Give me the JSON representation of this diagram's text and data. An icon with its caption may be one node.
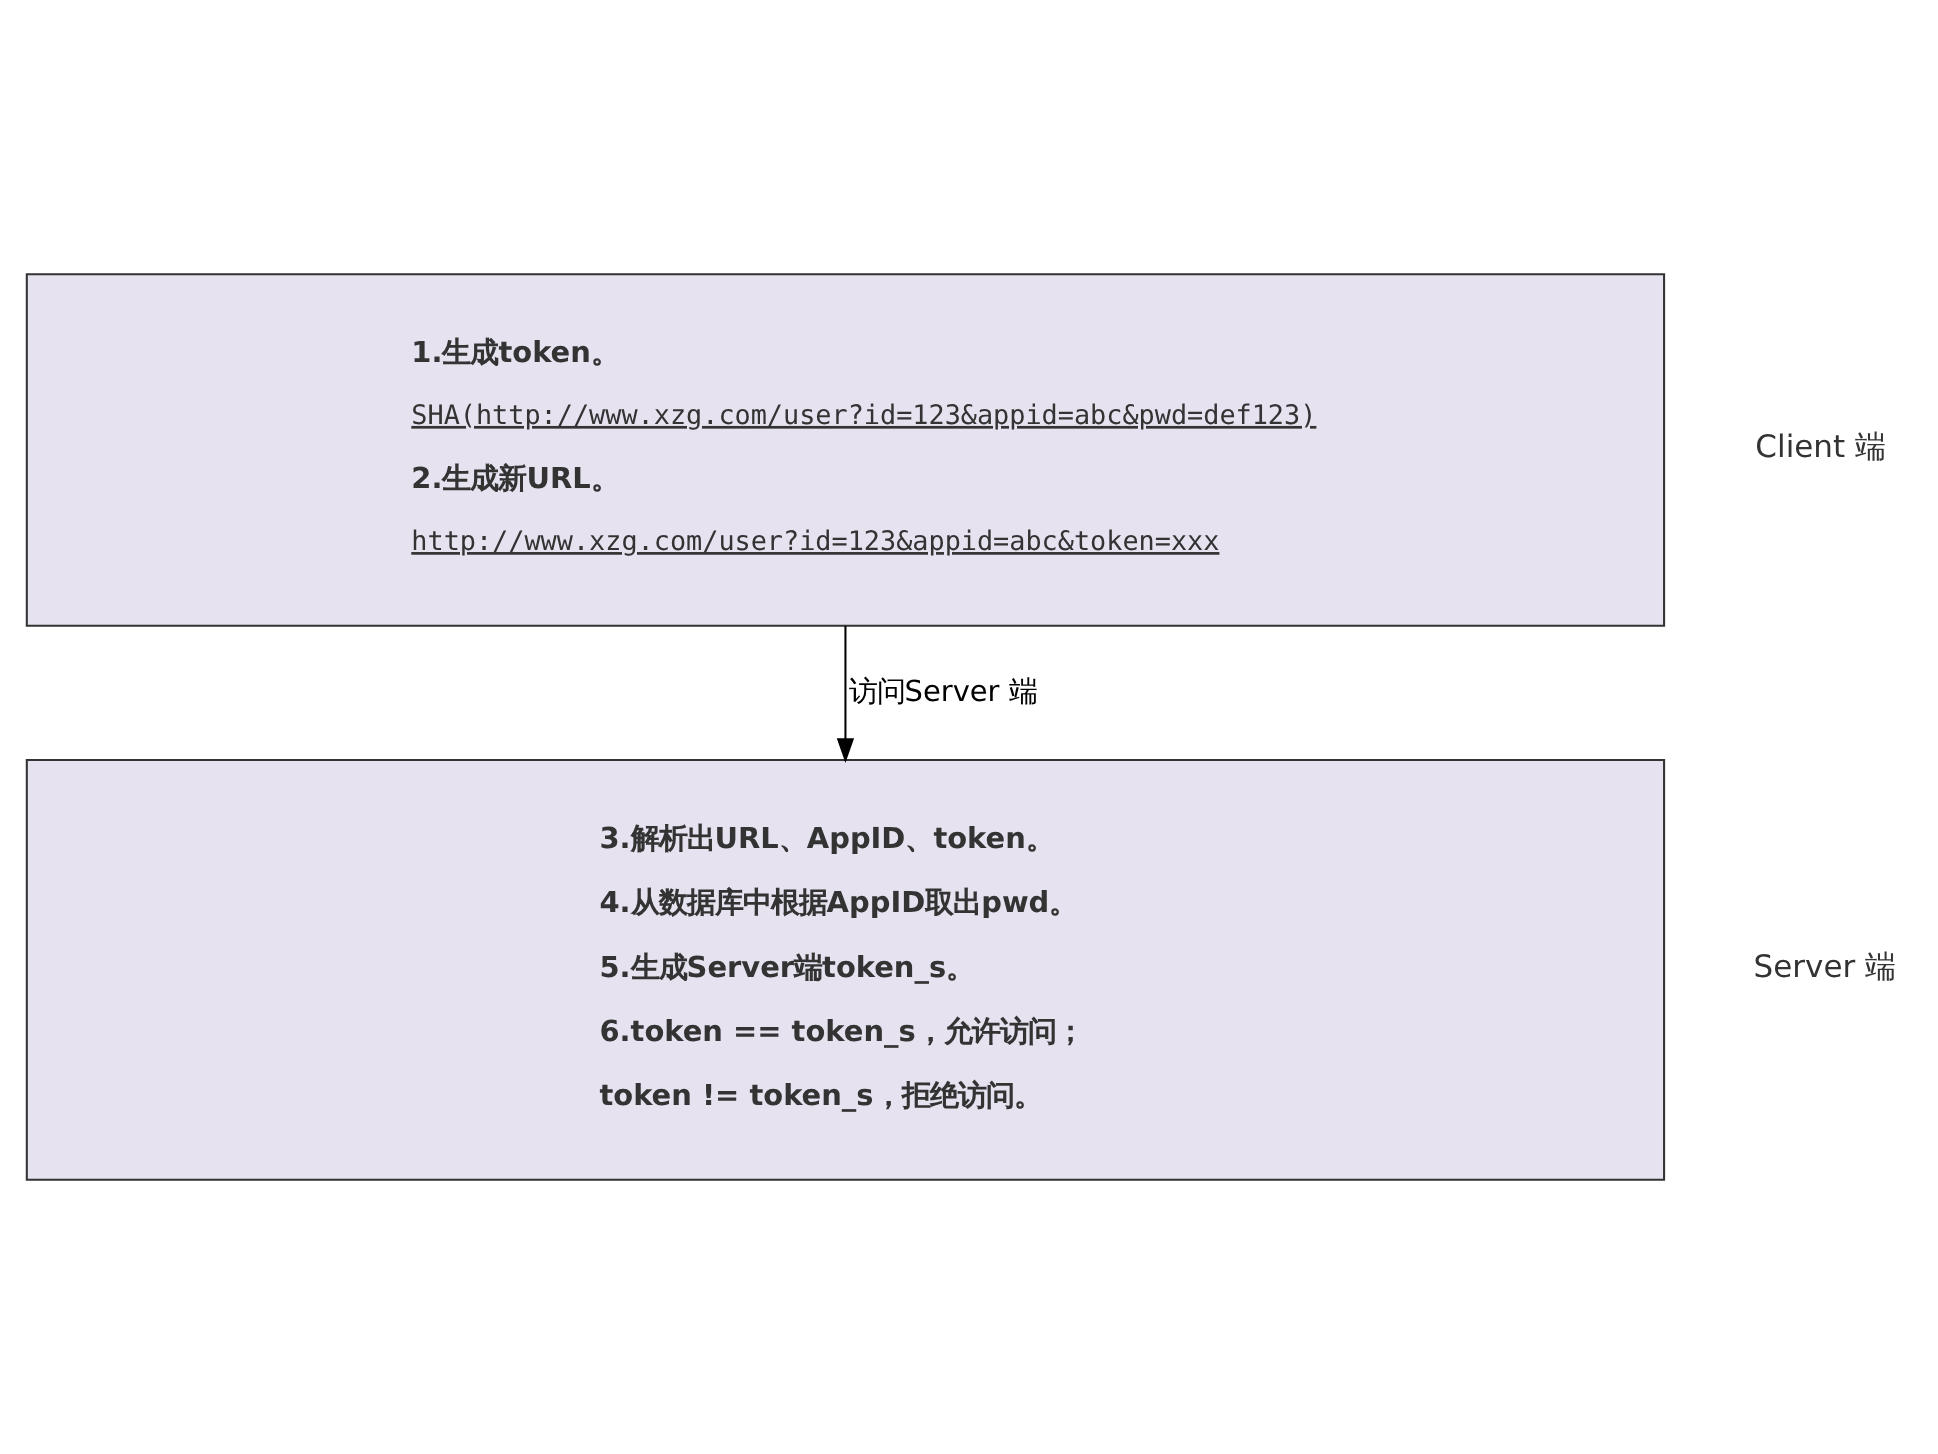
{
  "diagram": {
    "nodes": [
      {
        "text": [
          "1.生成token。",
          "SHA(http://www.xzg.com/user?id=123&appid=abc&pwd=def123)",
          "2.生成新URL。",
          "http://www.xzg.com/user?id=123&appid=abc&token=xxx"
        ],
        "beside": [
          "Client 端"
        ]
      },
      {
        "text": [
          "3.解析出URL、AppID、token。",
          "4.从数据库中根据AppID取出pwd。",
          "5.生成Server端token_s。",
          "6.token == token_s，允许访问；",
          "token != token_s，拒绝访问。"
        ],
        "beside": [
          "Server 端"
        ]
      }
    ],
    "edges": [
      {
        "from": 0,
        "to": 1,
        "arrow": "to",
        "label": "访问Server 端"
      }
    ]
  }
}
